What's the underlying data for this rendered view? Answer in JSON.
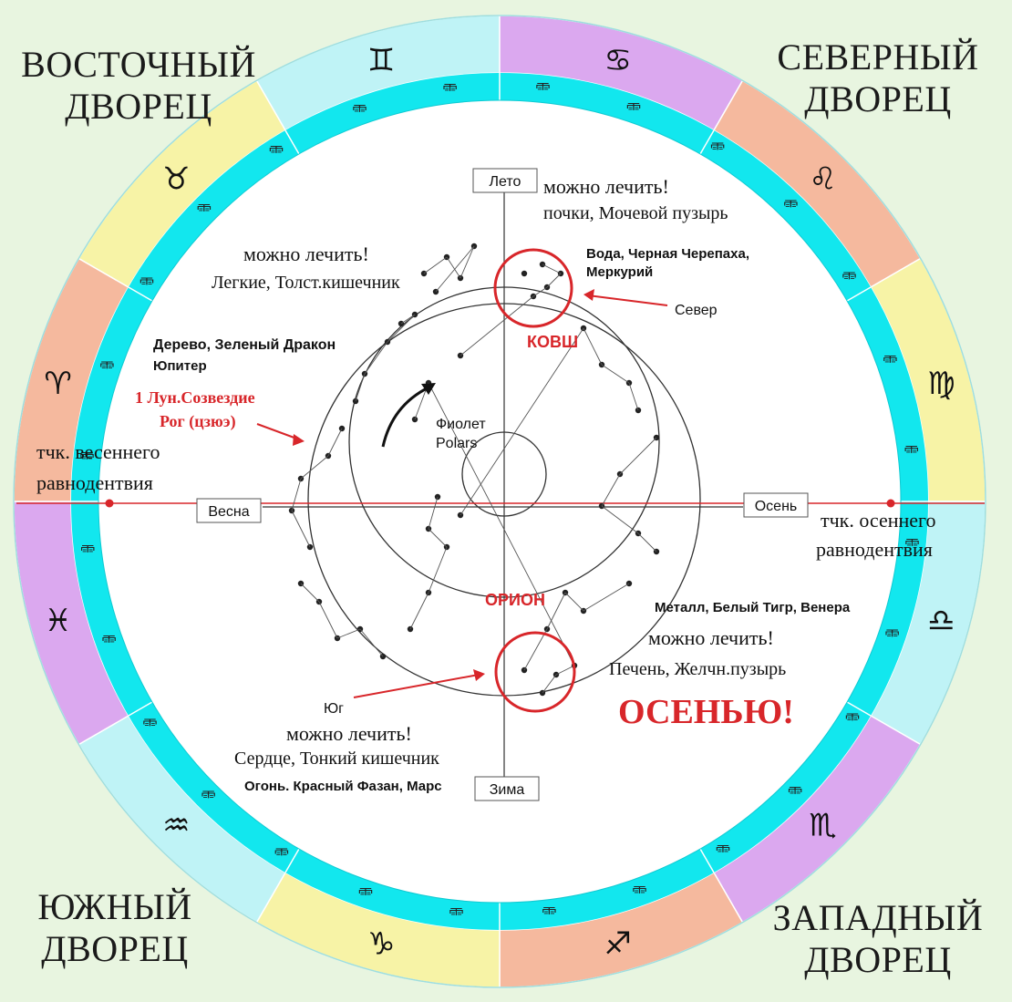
{
  "corners": {
    "east": [
      "ВОСТОЧНЫЙ",
      "ДВОРЕЦ"
    ],
    "north": [
      "СЕВЕРНЫЙ",
      "ДВОРЕЦ"
    ],
    "south": [
      "ЮЖНЫЙ",
      "ДВОРЕЦ"
    ],
    "west": [
      "ЗАПАДНЫЙ",
      "ДВОРЕЦ"
    ]
  },
  "colors": {
    "background": "#e8f5e0",
    "cyan_ring": "#12e7ee",
    "sector_light_blue": "#bff3f6",
    "sector_violet": "#dba8ef",
    "sector_salmon": "#f5b99e",
    "sector_yellow": "#f7f3a6",
    "accent_red": "#d8262a"
  },
  "zodiac": [
    {
      "name": "gemini",
      "glyph": "♊"
    },
    {
      "name": "cancer",
      "glyph": "♋"
    },
    {
      "name": "leo",
      "glyph": "♌"
    },
    {
      "name": "virgo",
      "glyph": "♍"
    },
    {
      "name": "libra",
      "glyph": "♎"
    },
    {
      "name": "scorpio",
      "glyph": "♏"
    },
    {
      "name": "sagittarius",
      "glyph": "♐"
    },
    {
      "name": "capricorn",
      "glyph": "♑"
    },
    {
      "name": "aquarius",
      "glyph": "♒"
    },
    {
      "name": "pisces",
      "glyph": "♓"
    },
    {
      "name": "aries",
      "glyph": "♈"
    },
    {
      "name": "taurus",
      "glyph": "♉"
    }
  ],
  "seasons": {
    "summer": "Лето",
    "autumn": "Осень",
    "winter": "Зима",
    "spring": "Весна"
  },
  "equinox": {
    "spring": [
      "тчк. весеннего",
      "равнодентвия"
    ],
    "autumn": [
      "тчк. осеннего",
      "равнодентвия"
    ]
  },
  "treatments": {
    "north": [
      "можно лечить!",
      "почки, Мочевой пузырь"
    ],
    "east": [
      "можно лечить!",
      "Легкие, Толст.кишечник"
    ],
    "west": [
      "можно лечить!",
      "Печень, Желчн.пузырь"
    ],
    "south": [
      "можно лечить!",
      "Сердце, Тонкий кишечник"
    ]
  },
  "elements": {
    "north": [
      "Вода, Черная Черепаха,",
      "Меркурий"
    ],
    "east": [
      "Дерево, Зеленый Дракон",
      "Юпитер"
    ],
    "west": "Металл, Белый Тигр, Венера",
    "south": "Огонь. Красный Фазан, Марс"
  },
  "lunar": [
    "1 Лун.Созвездие",
    "Рог (цзюэ)"
  ],
  "center": [
    "Фиолет",
    "Polars"
  ],
  "directions": {
    "north": "Север",
    "south": "Юг"
  },
  "constellations": {
    "dipper": "КОВШ",
    "orion": "ОРИОН"
  },
  "autumn_banner": "ОСЕНЬЮ!",
  "hieroglyph": "⻗"
}
